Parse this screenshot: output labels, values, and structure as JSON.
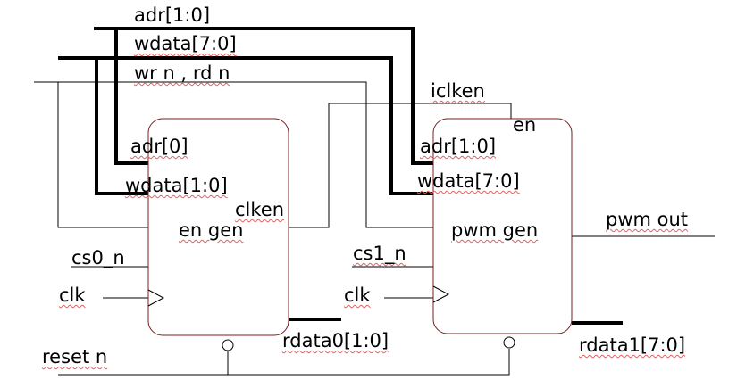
{
  "colors": {
    "wire": "#000000",
    "block_border": "#7a1e1e",
    "spellcheck_underline": "#e06060"
  },
  "buses": {
    "adr": "adr[1:0]",
    "wdata": "wdata[7:0]",
    "wr_rd": "wr n , rd n"
  },
  "signals": {
    "iclken": "iclken",
    "reset": "reset n"
  },
  "blocks": [
    {
      "name": "en gen",
      "ports": {
        "adr": "adr[0]",
        "wdata": "wdata[1:0]",
        "clken": "clken",
        "cs": "cs0_n",
        "clk": "clk",
        "rdata": "rdata0[1:0]"
      }
    },
    {
      "name": "pwm gen",
      "ports": {
        "en": "en",
        "adr": "adr[1:0]",
        "wdata": "wdata[7:0]",
        "out": "pwm out",
        "cs": "cs1_n",
        "clk": "clk",
        "rdata": "rdata1[7:0]"
      }
    }
  ]
}
